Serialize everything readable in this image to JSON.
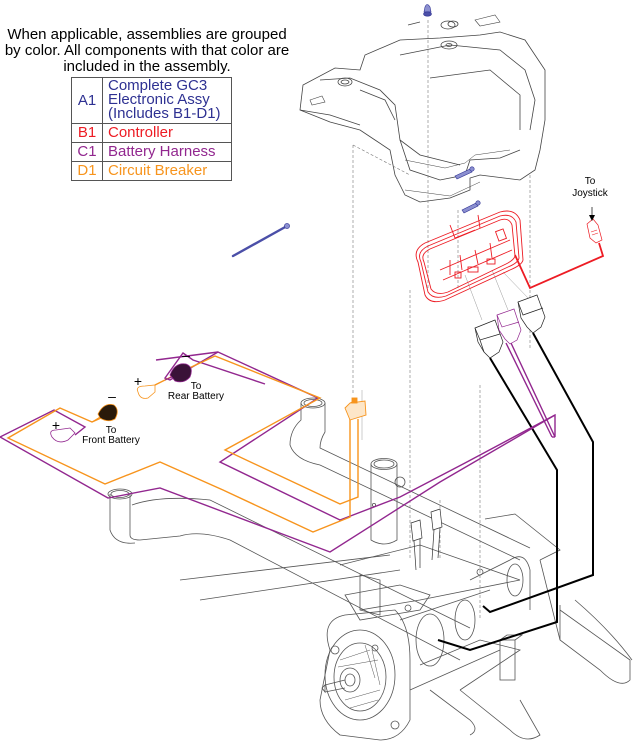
{
  "intro_text": "When applicable, assemblies are grouped by color. All components with that color are included in the assembly.",
  "legend": [
    {
      "code": "A1",
      "label": "Complete GC3 Electronic Assy (Includes B1-D1)",
      "color": "#2e3192"
    },
    {
      "code": "B1",
      "label": "Controller",
      "color": "#ed1c24"
    },
    {
      "code": "C1",
      "label": "Battery Harness",
      "color": "#92278f"
    },
    {
      "code": "D1",
      "label": "Circuit Breaker",
      "color": "#f7941d"
    }
  ],
  "colors": {
    "line": "#444444",
    "controller": "#ed1c24",
    "harness": "#92278f",
    "breaker": "#f7941d",
    "hardware": "#4b4fa8",
    "motor_cable": "#000000"
  },
  "callouts": {
    "joystick_to": "To",
    "joystick": "Joystick",
    "rear_to": "To",
    "rear": "Rear Battery",
    "front_to": "To",
    "front": "Front Battery",
    "plus": "+",
    "minus": "–"
  },
  "components": [
    "shroud",
    "controller",
    "joystick-connector",
    "cable-tie",
    "circuit-breaker",
    "battery-harness",
    "front-battery-terminals",
    "rear-battery-terminals",
    "motor-connectors",
    "motor-gearbox",
    "frame"
  ]
}
